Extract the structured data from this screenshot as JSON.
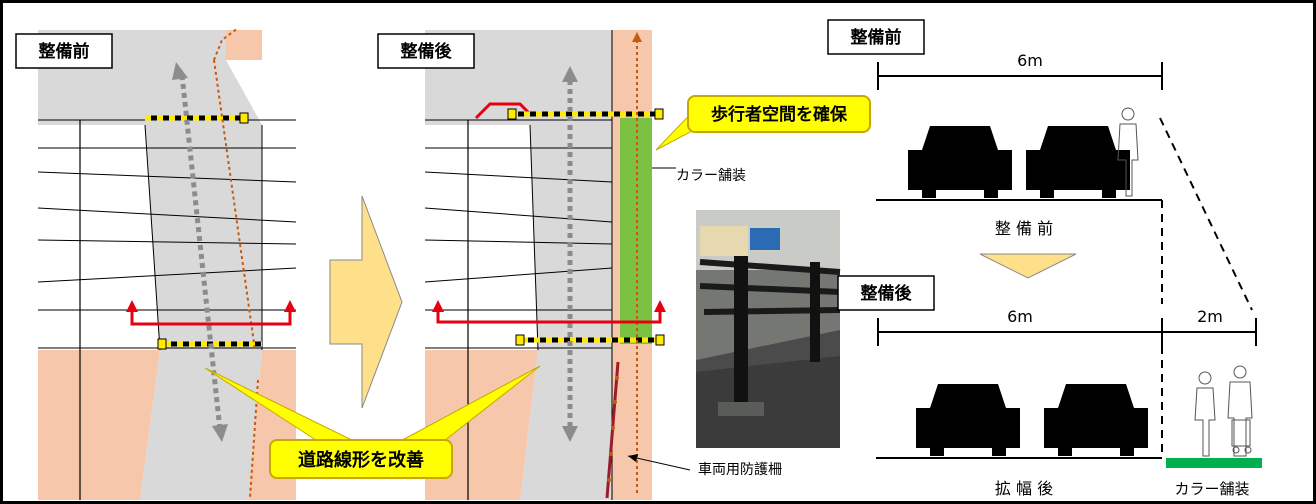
{
  "left_panel": {
    "before_label": "整備前",
    "after_label": "整備後",
    "callout_sidewalk": "歩行者空間を確保",
    "callout_road": "道路線形を改善",
    "label_color_paving": "カラー舗装",
    "label_guardrail": "車両用防護柵"
  },
  "right_panel": {
    "before_label": "整備前",
    "after_label": "整備後",
    "before_width": "6m",
    "after_width_road": "6m",
    "after_width_sidewalk": "2m",
    "before_caption": "整 備 前",
    "after_caption": "拡 幅 後",
    "color_paving_caption": "カラー舗装"
  },
  "colors": {
    "road_gray": "#d9d9d9",
    "sidewalk_pink": "#f6c7aa",
    "color_paving_green": "#7cc242",
    "callout_yellow": "#ffff00",
    "arrow_red": "#e60012",
    "arrow_orange": "#c55a11",
    "big_arrow_fill": "#ffe08a"
  }
}
